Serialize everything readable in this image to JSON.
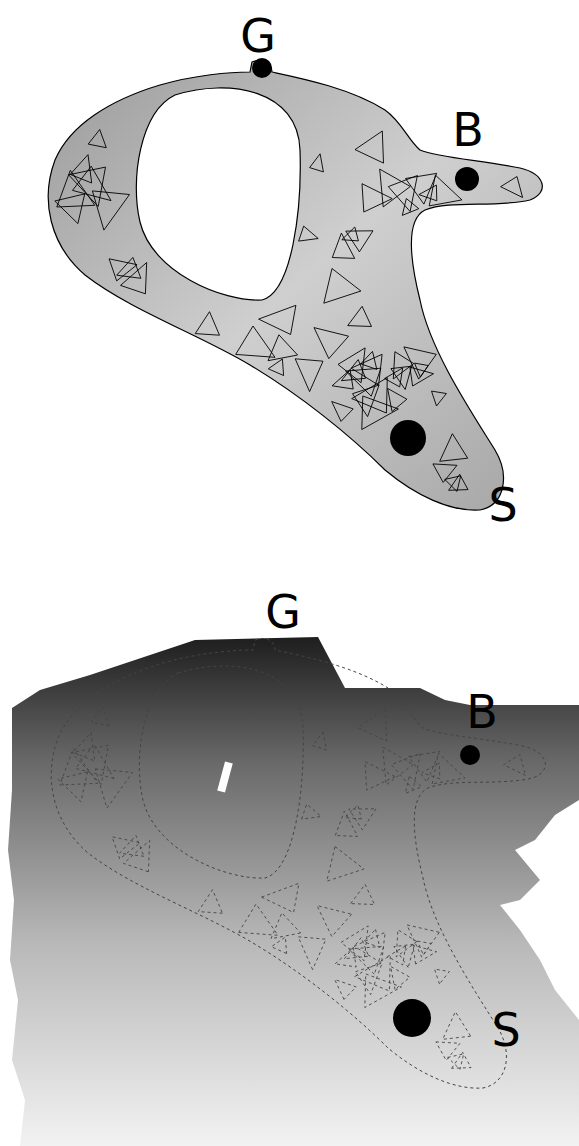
{
  "diagram": {
    "labels": [
      "G",
      "B",
      "S",
      "G",
      "B",
      "S"
    ]
  }
}
